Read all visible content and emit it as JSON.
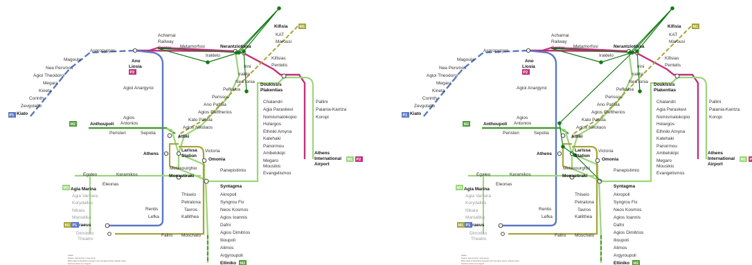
{
  "colors": {
    "m1_green": "#9cd57a",
    "m2_blue": "#5a77c2",
    "m3_olive": "#a6a43a",
    "proastiakos_magenta": "#c0307a",
    "tram_green": "#4a9a30",
    "overlay_green": "#137a13"
  },
  "lines": {
    "m1": "M1",
    "m2": "M2",
    "m3": "M3",
    "p1": "P1",
    "p2": "P2"
  },
  "stations": {
    "aspropyrgos": "Aspropyrgos",
    "magoula": "Magoula",
    "nea_persmos": "Nea Persmos",
    "agioi_theodoroi": "Agioi Theodoroi",
    "megara": "Megara",
    "kineta": "Kineta",
    "corinth": "Corinth",
    "zevgolatio": "Zevgolatio",
    "kiato": "Kiato",
    "ano_liosia_1": "Ano",
    "ano_liosia_2": "Liosia",
    "acharnai_1": "Acharnai",
    "acharnai_2": "Railway",
    "acharnai_3": "Center",
    "metamorfosi": "Metamorfosi",
    "nerantziotissa": "Nerantziotissa",
    "iraklio_top": "Iraklelo",
    "kifisia": "Kifisia",
    "kat": "KAT",
    "marousi": "Marousi",
    "kifisias": "Kifisias",
    "pentelis": "Pentelis",
    "irini": "Irini",
    "iraklio": "Iraklio",
    "nea_ionia": "Nea Ionia",
    "pefkakia": "Pefkakia",
    "perissos": "Perissos",
    "ano_patisia": "Ano Patisia",
    "agios_eleftherios": "Agios Eleftherios",
    "kato_patisia": "Kato Patisia",
    "agios_nikolaos": "Agios Nikolaos",
    "agioi_anargyroi": "Agioi Anargyroi",
    "anthoupoli": "Anthoupoli",
    "peristeri": "Peristeri",
    "agios_antonios_1": "Agios",
    "agios_antonios_2": "Antonios",
    "sepolia": "Sepolia",
    "attiki": "Attiki",
    "athens": "Athens",
    "larissa_1": "Larissa",
    "larissa_2": "Station",
    "victoria": "Victoria",
    "omonia": "Omonia",
    "metaxourghio": "Metaxourghio",
    "monastiraki": "Monastiraki",
    "panepistimio": "Panepistimio",
    "syntagma": "Syntagma",
    "akropoli": "Akropoli",
    "syngrou_fix": "Syngrou Fix",
    "neos_kosmos": "Neos Kosmos",
    "agios_ioannis": "Agios Ioannis",
    "dafni": "Dafni",
    "agios_dimitrios": "Agios Dimitrios",
    "ilioupoli": "Ilioupoli",
    "alimos": "Alimos",
    "argyroupoli": "Argyroupoli",
    "elliniko": "Elliniko",
    "egaleo": "Egaleo",
    "keramikos": "Keramikos",
    "eleonas": "Eleonas",
    "agia_marina": "Agia Marina",
    "agia_varvara": "Agia Varvara",
    "korydallos": "Korydallos",
    "nikaia": "Nikaia",
    "maniatika": "Maniatika",
    "piraeus": "Piraeus",
    "dimotiko_1": "Dimotiko",
    "dimotiko_2": "Theatro",
    "rentis": "Rentis",
    "lefka": "Lefka",
    "thiseio": "Thiseio",
    "petralona": "Petralona",
    "tavros": "Tavros",
    "kallithea": "Kallithea",
    "faliro": "Faliro",
    "moschato": "Moschato",
    "doukissis_1": "Doukissis",
    "doukissis_2": "Plakentias",
    "chalandri": "Chalandri",
    "agia_paraskevi": "Agia Paraskevi",
    "nomismatokopio": "Nomismatokopio",
    "holargos": "Holargos",
    "ethniki_amyna": "Ethniki Amyna",
    "katehaki": "Katehaki",
    "panormou": "Panormou",
    "ambelokipi": "Ambelokipi",
    "megaro_1": "Megaro",
    "megaro_2": "Mousikis",
    "evangelismos": "Evangelismos",
    "pallini": "Pallini",
    "paiania": "Paiania-Kantza",
    "koropi": "Koropi",
    "airport_1": "Athens",
    "airport_2": "International",
    "airport_3": "Airport"
  },
  "footnote": {
    "title": "Station",
    "line1": "Source: www.amel.gr / www.ose.gr",
    "line2": "Edits made for illustrative purposes only; the figure shows network nodes",
    "line3": "Sections shown as in legend"
  }
}
